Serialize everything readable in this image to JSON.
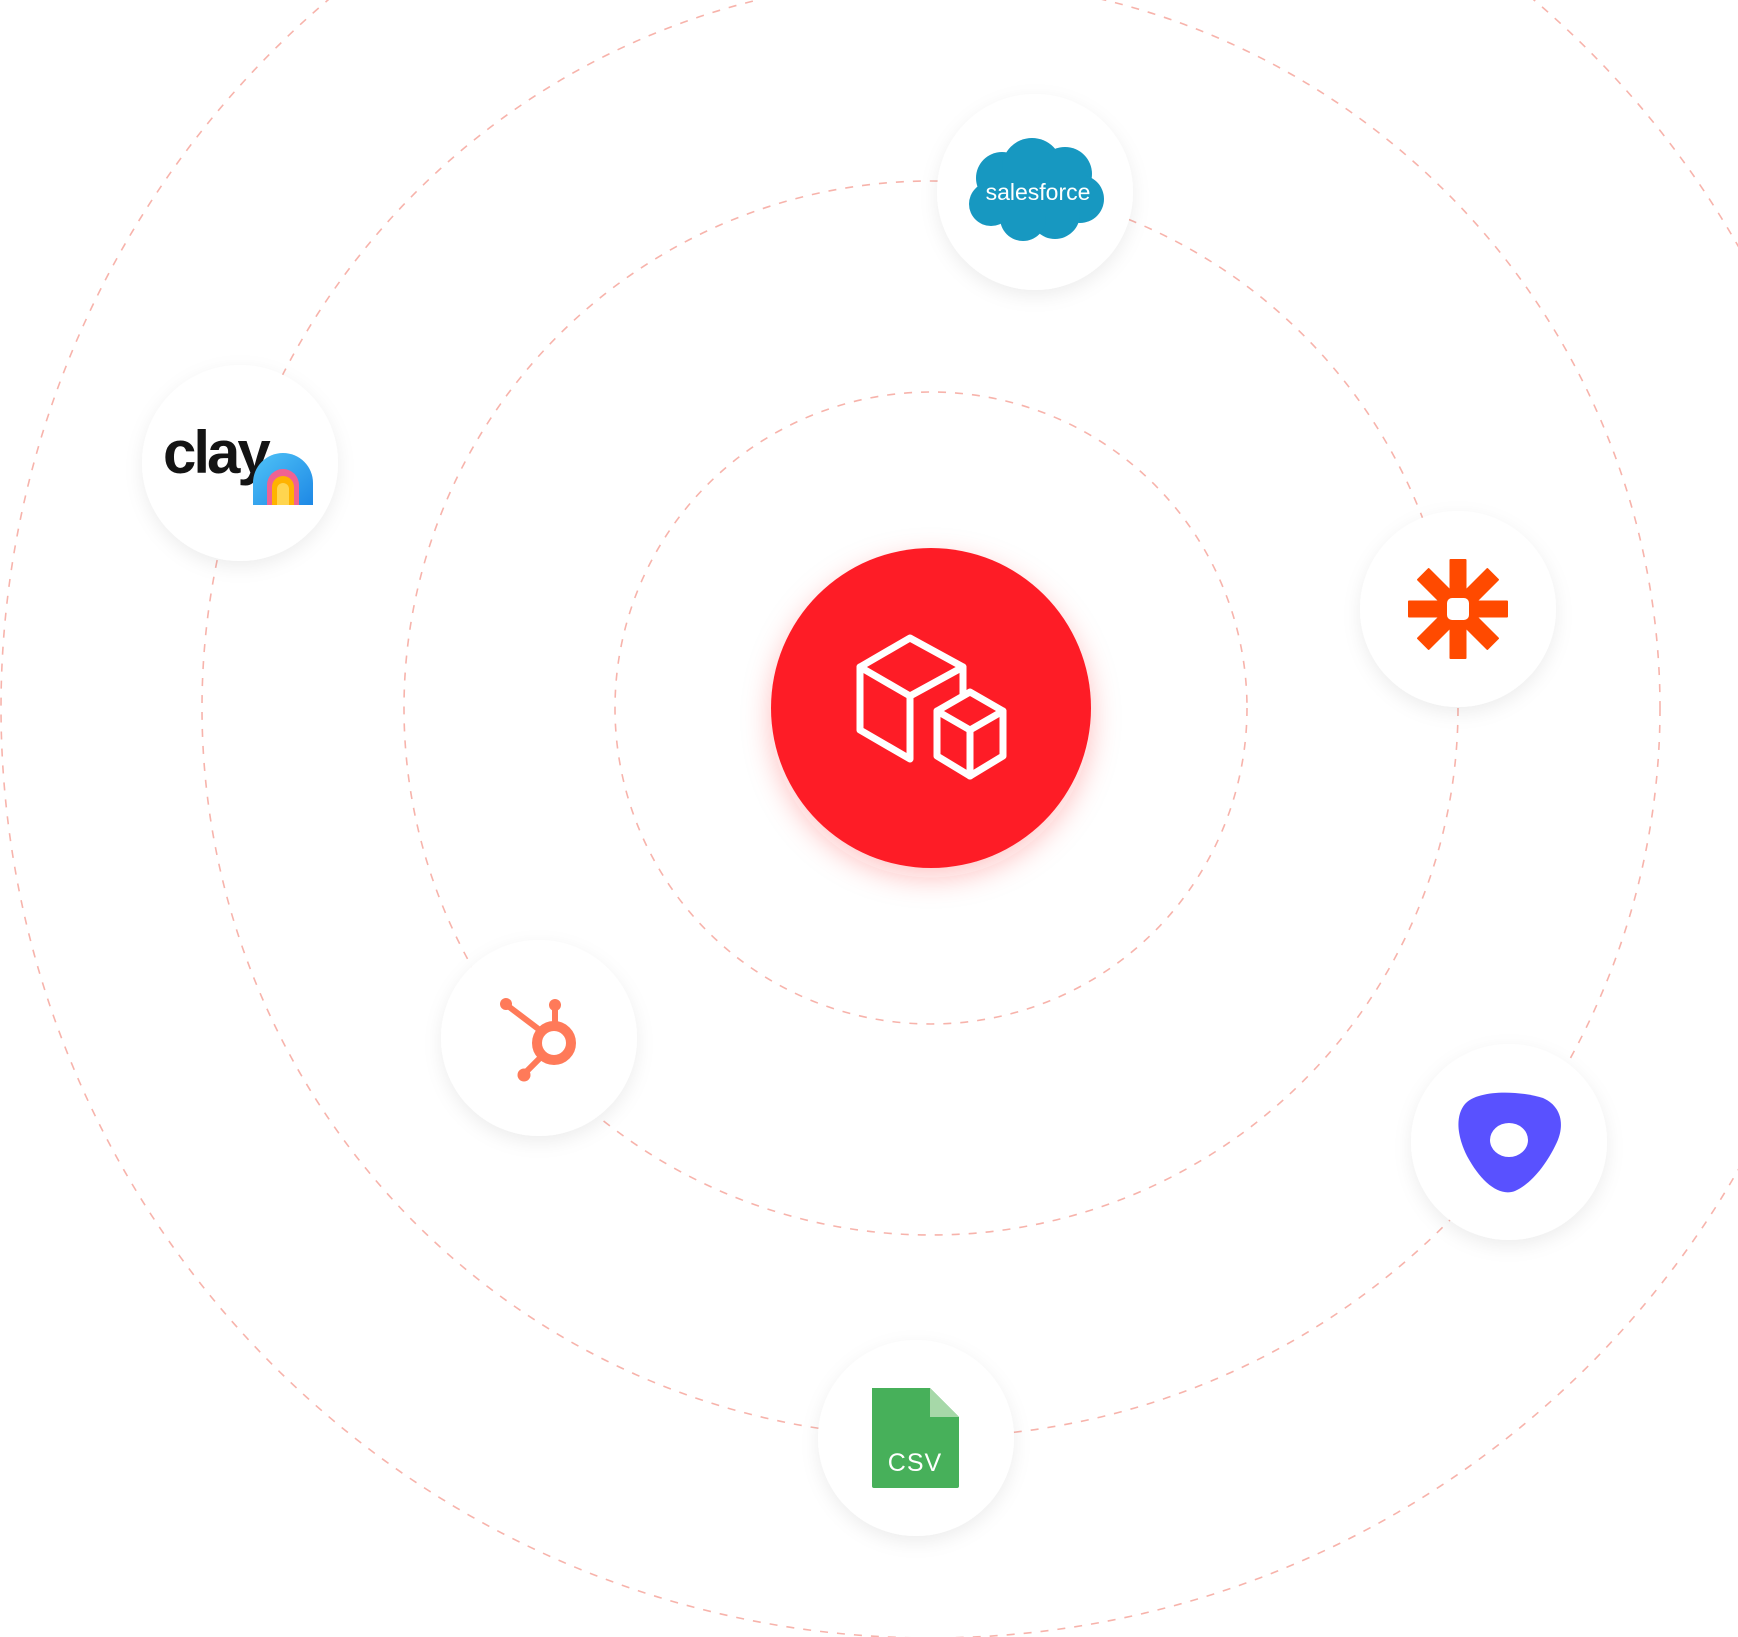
{
  "hub": {
    "icon": "boxes-icon",
    "color": "#fe1d27"
  },
  "integrations": [
    {
      "name": "salesforce",
      "icon": "salesforce-logo-icon",
      "label": "salesforce",
      "color": "#1798c1"
    },
    {
      "name": "clay",
      "icon": "clay-logo-icon",
      "label": "clay",
      "color": "#141414"
    },
    {
      "name": "zapier",
      "icon": "zapier-asterisk-icon",
      "color": "#ff4a00"
    },
    {
      "name": "hubspot",
      "icon": "hubspot-sprocket-icon",
      "color": "#ff7a59"
    },
    {
      "name": "outreach",
      "icon": "outreach-logo-icon",
      "color": "#5951ff"
    },
    {
      "name": "csv",
      "icon": "csv-file-icon",
      "label": "CSV",
      "color": "#47b05a"
    }
  ],
  "orbit_color": "#f7b3ab"
}
